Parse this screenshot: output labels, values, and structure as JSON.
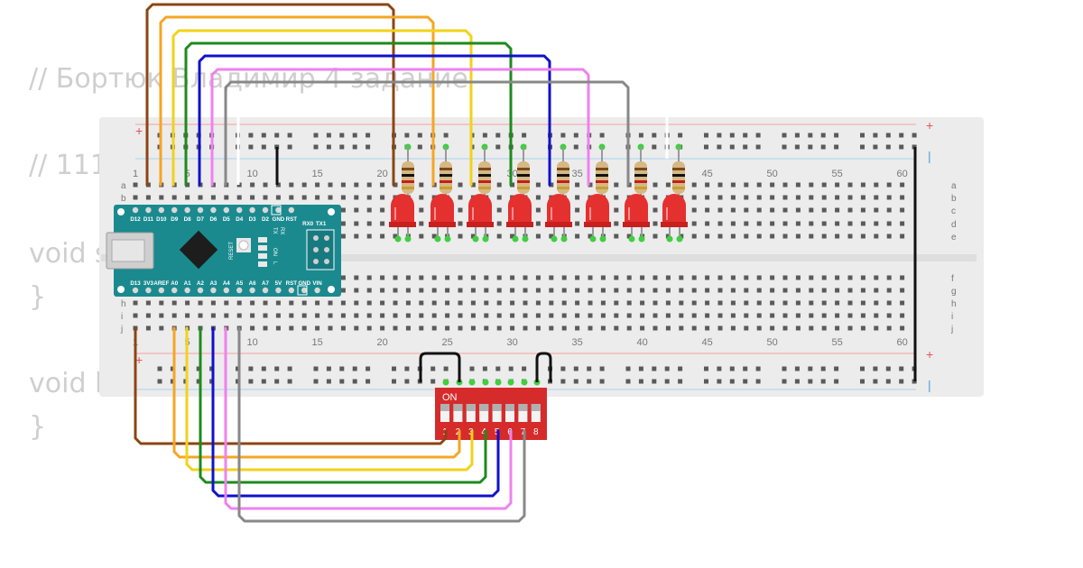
{
  "code_lines": [
    "// Бортюк Владимир 4 задание",
    "// 111",
    "void s",
    "}",
    "void l",
    "}"
  ],
  "breadboard": {
    "column_numbers": [
      "1",
      "5",
      "10",
      "15",
      "20",
      "25",
      "30",
      "35",
      "40",
      "45",
      "50",
      "55",
      "60"
    ],
    "row_letters_top": [
      "a",
      "b",
      "c",
      "d",
      "e"
    ],
    "row_letters_bottom": [
      "f",
      "g",
      "h",
      "i",
      "j"
    ],
    "rail_plus": "+",
    "rail_minus": "-"
  },
  "arduino": {
    "top_pins": [
      "D12",
      "D11",
      "D10",
      "D9",
      "D8",
      "D7",
      "D6",
      "D5",
      "D4",
      "D3",
      "D2",
      "GND",
      "RST",
      "RX0",
      "TX1"
    ],
    "bottom_pins": [
      "D13",
      "3V3",
      "AREF",
      "A0",
      "A1",
      "A2",
      "A3",
      "A4",
      "A5",
      "A6",
      "A7",
      "5V",
      "RST",
      "GND",
      "VIN"
    ],
    "reset_label": "RESET",
    "led_labels": [
      "TX",
      "RX",
      "ON",
      "L"
    ]
  },
  "dip_switch": {
    "on_label": "ON",
    "switch_numbers": [
      "1",
      "2",
      "3",
      "4",
      "5",
      "6",
      "7",
      "8"
    ]
  },
  "colors": {
    "wires": [
      "#8b4513",
      "#f5a623",
      "#f2d21b",
      "#1e8a1e",
      "#1010cc",
      "#ee82ee",
      "#888888"
    ],
    "arduino": "#1a8a8f",
    "dip": "#d62b2b",
    "led": "#e53030",
    "breadboard": "#ececec"
  }
}
